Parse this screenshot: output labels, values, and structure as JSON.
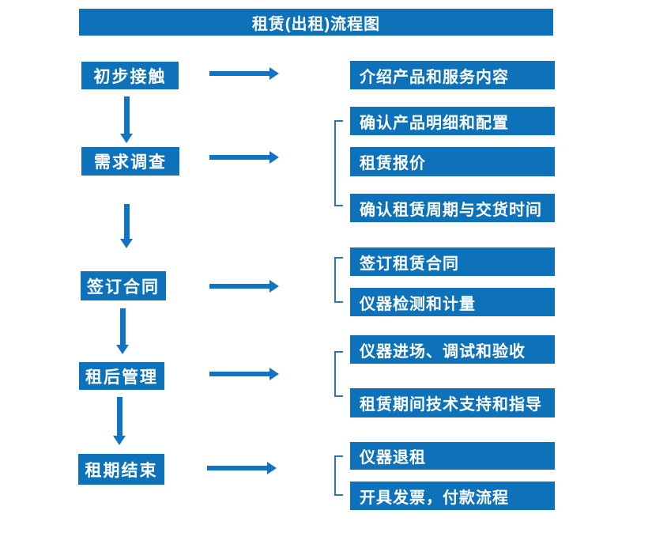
{
  "title": "租赁(出租)流程图",
  "colors": {
    "box_blue": "#0d72ba",
    "arrow_blue": "#1173c4",
    "bracket_blue": "#2e75b6",
    "text_white": "#ffffff",
    "background": "#ffffff"
  },
  "flow": {
    "steps": [
      {
        "label": "初步接触",
        "details": [
          "介绍产品和服务内容"
        ]
      },
      {
        "label": "需求调查",
        "details": [
          "确认产品明细和配置",
          "租赁报价",
          "确认租赁周期与交货时间"
        ]
      },
      {
        "label": "签订合同",
        "details": [
          "签订租赁合同",
          "仪器检测和计量"
        ]
      },
      {
        "label": "租后管理",
        "details": [
          "仪器进场、调试和验收",
          "租赁期间技术支持和指导"
        ]
      },
      {
        "label": "租期结束",
        "details": [
          "仪器退租",
          "开具发票，付款流程"
        ]
      }
    ]
  }
}
